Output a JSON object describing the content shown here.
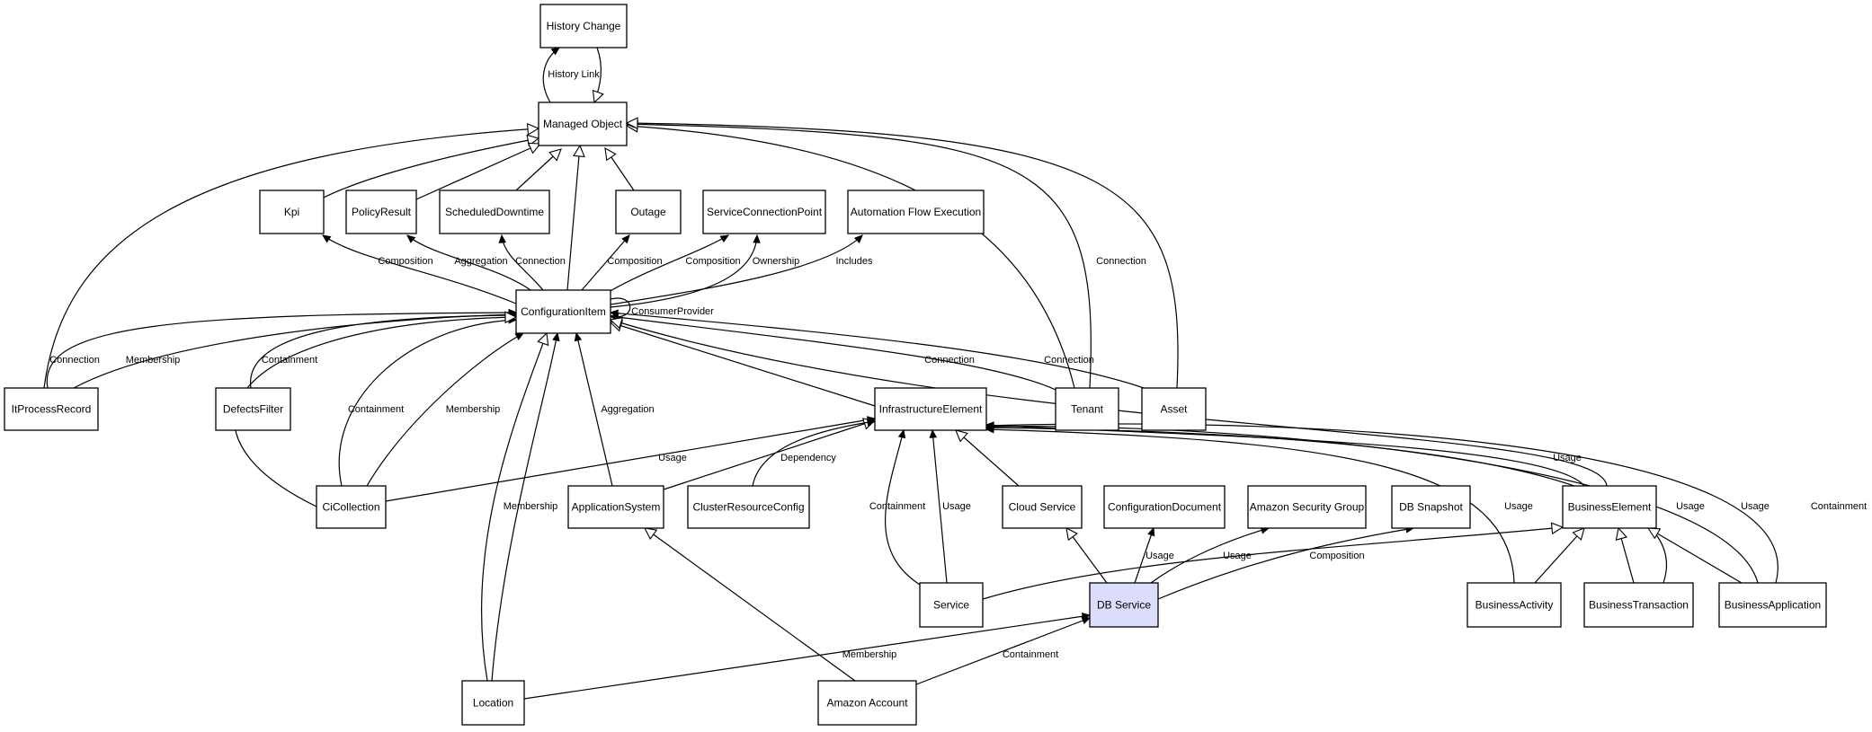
{
  "diagram": {
    "highlight_color": "#dcdcfc",
    "nodes": [
      {
        "id": "history_change",
        "label": "History Change"
      },
      {
        "id": "managed_object",
        "label": "Managed Object"
      },
      {
        "id": "kpi",
        "label": "Kpi"
      },
      {
        "id": "policy_result",
        "label": "PolicyResult"
      },
      {
        "id": "scheduled_downtime",
        "label": "ScheduledDowntime"
      },
      {
        "id": "outage",
        "label": "Outage"
      },
      {
        "id": "service_connection_point",
        "label": "ServiceConnectionPoint"
      },
      {
        "id": "automation_flow_execution",
        "label": "Automation Flow Execution"
      },
      {
        "id": "configuration_item",
        "label": "ConfigurationItem"
      },
      {
        "id": "it_process_record",
        "label": "ItProcessRecord"
      },
      {
        "id": "defects_filter",
        "label": "DefectsFilter"
      },
      {
        "id": "infrastructure_element",
        "label": "InfrastructureElement"
      },
      {
        "id": "tenant",
        "label": "Tenant"
      },
      {
        "id": "asset",
        "label": "Asset"
      },
      {
        "id": "ci_collection",
        "label": "CiCollection"
      },
      {
        "id": "application_system",
        "label": "ApplicationSystem"
      },
      {
        "id": "cluster_resource_config",
        "label": "ClusterResourceConfig"
      },
      {
        "id": "cloud_service",
        "label": "Cloud Service"
      },
      {
        "id": "configuration_document",
        "label": "ConfigurationDocument"
      },
      {
        "id": "amazon_security_group",
        "label": "Amazon Security Group"
      },
      {
        "id": "db_snapshot",
        "label": "DB Snapshot"
      },
      {
        "id": "business_element",
        "label": "BusinessElement"
      },
      {
        "id": "service",
        "label": "Service"
      },
      {
        "id": "db_service",
        "label": "DB Service",
        "highlighted": true
      },
      {
        "id": "business_activity",
        "label": "BusinessActivity"
      },
      {
        "id": "business_transaction",
        "label": "BusinessTransaction"
      },
      {
        "id": "business_application",
        "label": "BusinessApplication"
      },
      {
        "id": "location",
        "label": "Location"
      },
      {
        "id": "amazon_account",
        "label": "Amazon Account"
      }
    ],
    "edges": [
      {
        "from": "managed_object",
        "to": "history_change",
        "label": "History Link",
        "kind": "association"
      },
      {
        "from": "history_change",
        "to": "managed_object",
        "label": "",
        "kind": "generalization"
      },
      {
        "from": "kpi",
        "to": "managed_object",
        "label": "",
        "kind": "generalization"
      },
      {
        "from": "policy_result",
        "to": "managed_object",
        "label": "",
        "kind": "generalization"
      },
      {
        "from": "scheduled_downtime",
        "to": "managed_object",
        "label": "",
        "kind": "generalization"
      },
      {
        "from": "configuration_item",
        "to": "managed_object",
        "label": "",
        "kind": "generalization"
      },
      {
        "from": "outage",
        "to": "managed_object",
        "label": "",
        "kind": "generalization"
      },
      {
        "from": "it_process_record",
        "to": "managed_object",
        "label": "",
        "kind": "generalization"
      },
      {
        "from": "tenant",
        "to": "managed_object",
        "label": "",
        "kind": "generalization"
      },
      {
        "from": "tenant",
        "to": "managed_object",
        "label": "Connection",
        "kind": "association"
      },
      {
        "from": "asset",
        "to": "managed_object",
        "label": "",
        "kind": "generalization"
      },
      {
        "from": "configuration_item",
        "to": "kpi",
        "label": "Composition",
        "kind": "association"
      },
      {
        "from": "configuration_item",
        "to": "policy_result",
        "label": "Aggregation",
        "kind": "association"
      },
      {
        "from": "configuration_item",
        "to": "scheduled_downtime",
        "label": "Connection",
        "kind": "association"
      },
      {
        "from": "configuration_item",
        "to": "outage",
        "label": "Composition",
        "kind": "association"
      },
      {
        "from": "configuration_item",
        "to": "service_connection_point",
        "label": "Composition",
        "kind": "association"
      },
      {
        "from": "configuration_item",
        "to": "service_connection_point",
        "label": "Ownership",
        "kind": "association"
      },
      {
        "from": "configuration_item",
        "to": "automation_flow_execution",
        "label": "Includes",
        "kind": "association"
      },
      {
        "from": "configuration_item",
        "to": "configuration_item",
        "label": "ConsumerProvider",
        "kind": "association"
      },
      {
        "from": "it_process_record",
        "to": "configuration_item",
        "label": "Connection",
        "kind": "association"
      },
      {
        "from": "it_process_record",
        "to": "configuration_item",
        "label": "Membership",
        "kind": "association"
      },
      {
        "from": "defects_filter",
        "to": "configuration_item",
        "label": "Containment",
        "kind": "association"
      },
      {
        "from": "ci_collection",
        "to": "configuration_item",
        "label": "Containment",
        "kind": "association"
      },
      {
        "from": "ci_collection",
        "to": "configuration_item",
        "label": "",
        "kind": "generalization"
      },
      {
        "from": "ci_collection",
        "to": "configuration_item",
        "label": "Membership",
        "kind": "association"
      },
      {
        "from": "ci_collection",
        "to": "infrastructure_element",
        "label": "Usage",
        "kind": "association"
      },
      {
        "from": "location",
        "to": "configuration_item",
        "label": "",
        "kind": "generalization"
      },
      {
        "from": "location",
        "to": "configuration_item",
        "label": "Membership",
        "kind": "association"
      },
      {
        "from": "application_system",
        "to": "configuration_item",
        "label": "Aggregation",
        "kind": "association"
      },
      {
        "from": "application_system",
        "to": "infrastructure_element",
        "label": "",
        "kind": "generalization"
      },
      {
        "from": "cluster_resource_config",
        "to": "infrastructure_element",
        "label": "Dependency",
        "kind": "association"
      },
      {
        "from": "infrastructure_element",
        "to": "configuration_item",
        "label": "",
        "kind": "generalization"
      },
      {
        "from": "tenant",
        "to": "configuration_item",
        "label": "Connection",
        "kind": "association"
      },
      {
        "from": "asset",
        "to": "configuration_item",
        "label": "Connection",
        "kind": "association"
      },
      {
        "from": "business_element",
        "to": "configuration_item",
        "label": "",
        "kind": "generalization"
      },
      {
        "from": "service",
        "to": "infrastructure_element",
        "label": "Containment",
        "kind": "association"
      },
      {
        "from": "service",
        "to": "infrastructure_element",
        "label": "Usage",
        "kind": "association"
      },
      {
        "from": "cloud_service",
        "to": "infrastructure_element",
        "label": "",
        "kind": "generalization"
      },
      {
        "from": "service",
        "to": "business_element",
        "label": "",
        "kind": "generalization"
      },
      {
        "from": "db_service",
        "to": "cloud_service",
        "label": "",
        "kind": "generalization"
      },
      {
        "from": "db_service",
        "to": "configuration_document",
        "label": "Usage",
        "kind": "association"
      },
      {
        "from": "db_service",
        "to": "amazon_security_group",
        "label": "Usage",
        "kind": "association"
      },
      {
        "from": "db_service",
        "to": "db_snapshot",
        "label": "Composition",
        "kind": "association"
      },
      {
        "from": "location",
        "to": "db_service",
        "label": "Membership",
        "kind": "association"
      },
      {
        "from": "amazon_account",
        "to": "application_system",
        "label": "",
        "kind": "generalization"
      },
      {
        "from": "amazon_account",
        "to": "db_service",
        "label": "Containment",
        "kind": "association"
      },
      {
        "from": "business_activity",
        "to": "infrastructure_element",
        "label": "Usage",
        "kind": "association"
      },
      {
        "from": "business_activity",
        "to": "business_element",
        "label": "",
        "kind": "generalization"
      },
      {
        "from": "business_element",
        "to": "infrastructure_element",
        "label": "Usage",
        "kind": "association"
      },
      {
        "from": "business_transaction",
        "to": "business_element",
        "label": "",
        "kind": "generalization"
      },
      {
        "from": "business_transaction",
        "to": "infrastructure_element",
        "label": "Usage",
        "kind": "association"
      },
      {
        "from": "business_application",
        "to": "business_element",
        "label": "",
        "kind": "generalization"
      },
      {
        "from": "business_application",
        "to": "infrastructure_element",
        "label": "Usage",
        "kind": "association"
      },
      {
        "from": "business_application",
        "to": "infrastructure_element",
        "label": "Containment",
        "kind": "association"
      }
    ]
  }
}
